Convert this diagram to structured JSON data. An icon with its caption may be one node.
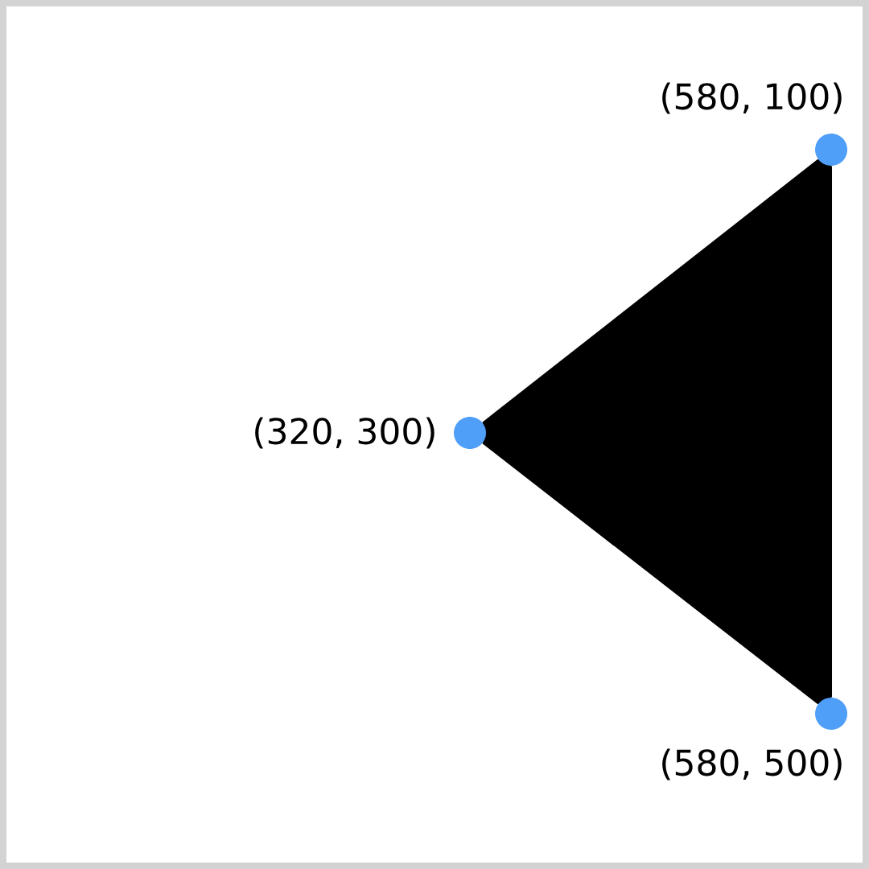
{
  "diagram": {
    "nodes": [
      {
        "text": [],
        "shape": "circle",
        "beside": [
          "(580, 100)"
        ]
      },
      {
        "text": [],
        "shape": "circle",
        "beside": [
          "(320, 300)"
        ]
      },
      {
        "text": [],
        "shape": "circle",
        "beside": [
          "(580, 500)"
        ]
      }
    ],
    "edges": [
      {
        "from": 0,
        "to": 1,
        "arrow": "none"
      },
      {
        "from": 1,
        "to": 2,
        "arrow": "none"
      },
      {
        "from": 2,
        "to": 0,
        "arrow": "none"
      }
    ]
  }
}
